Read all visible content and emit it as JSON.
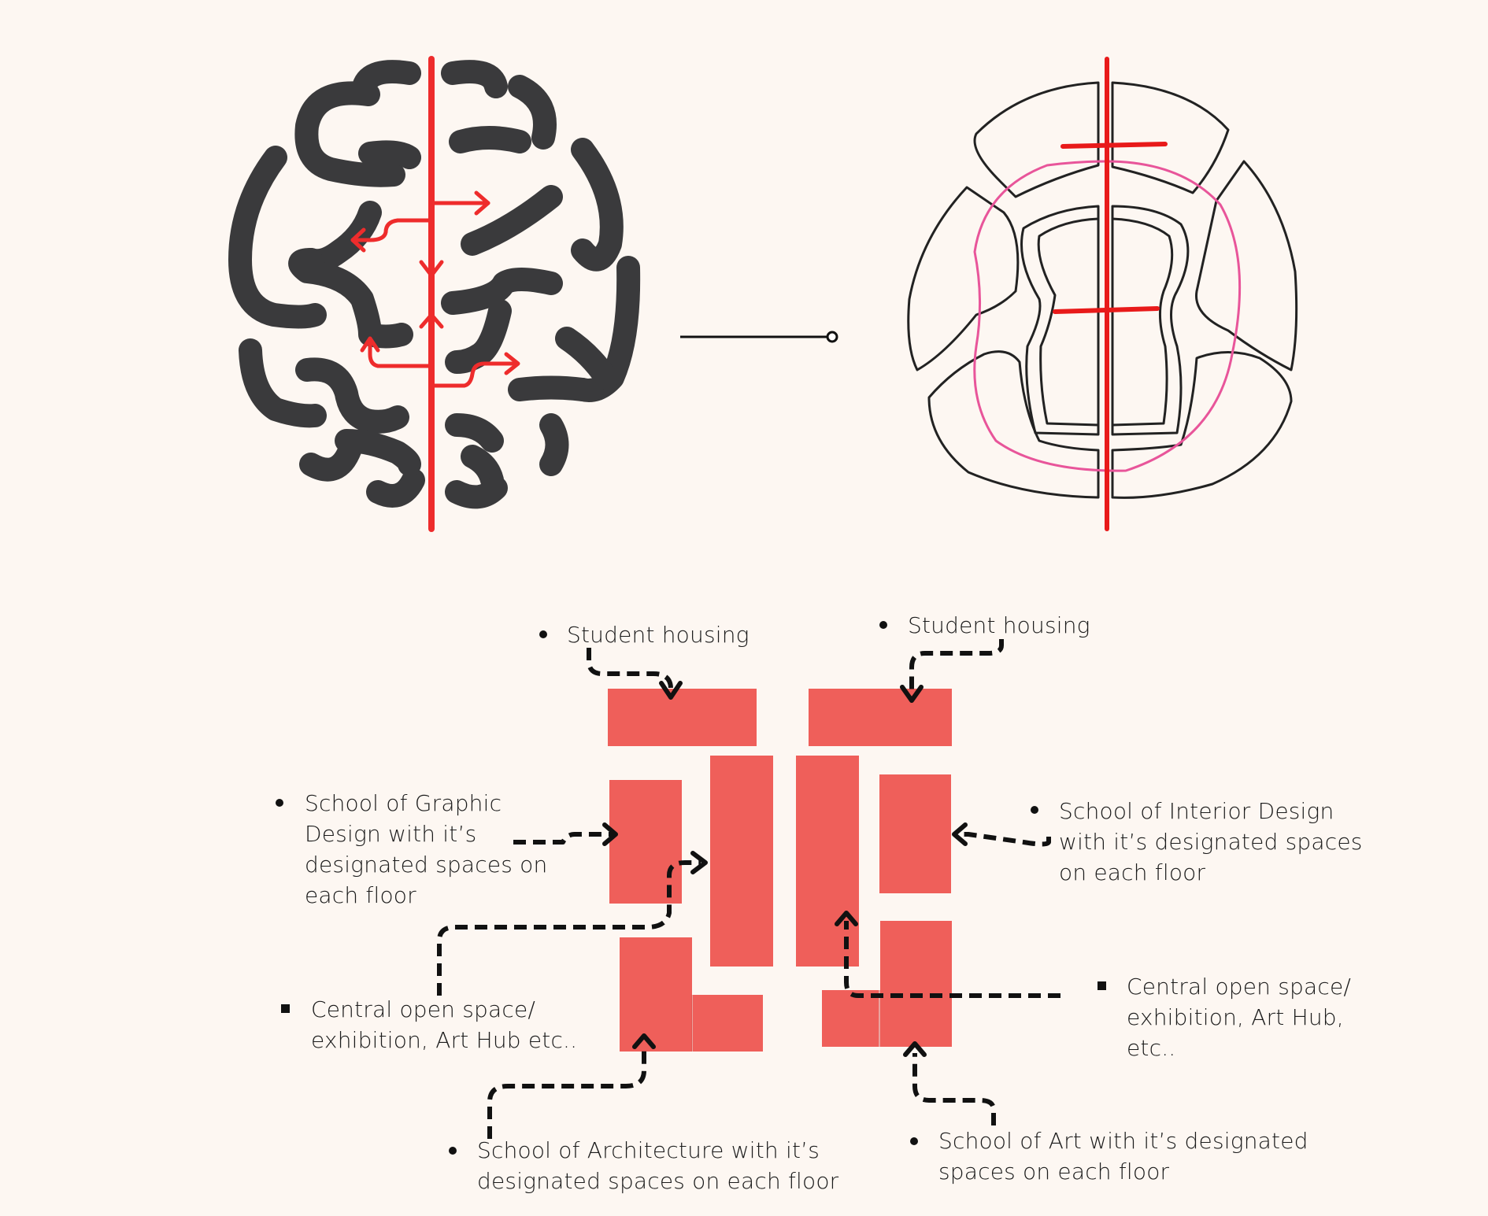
{
  "palette": {
    "background": "#fdf7f2",
    "brain_dark": "#3a3a3c",
    "accent_red": "#ee2c2c",
    "block_red": "#ef5f5a",
    "pink_loop": "#e8559a",
    "ink": "#111111"
  },
  "icons": {
    "brain": "brain-icon",
    "connector": "connector-line-icon"
  },
  "labels": {
    "housing_left": "Student housing",
    "housing_right": "Student  housing",
    "graphic_design": "School of Graphic\nDesign with it’s\ndesignated spaces on\neach floor",
    "interior_design": "School of Interior Design\nwith it’s designated spaces\non each floor",
    "central_left": "Central open space/\nexhibition, Art Hub etc..",
    "central_right": "Central open space/\nexhibition, Art Hub,\netc..",
    "architecture": "School  of Architecture  with it’s\ndesignated spaces on each floor",
    "art": "School of Art with it’s designated\nspaces on each floor"
  }
}
